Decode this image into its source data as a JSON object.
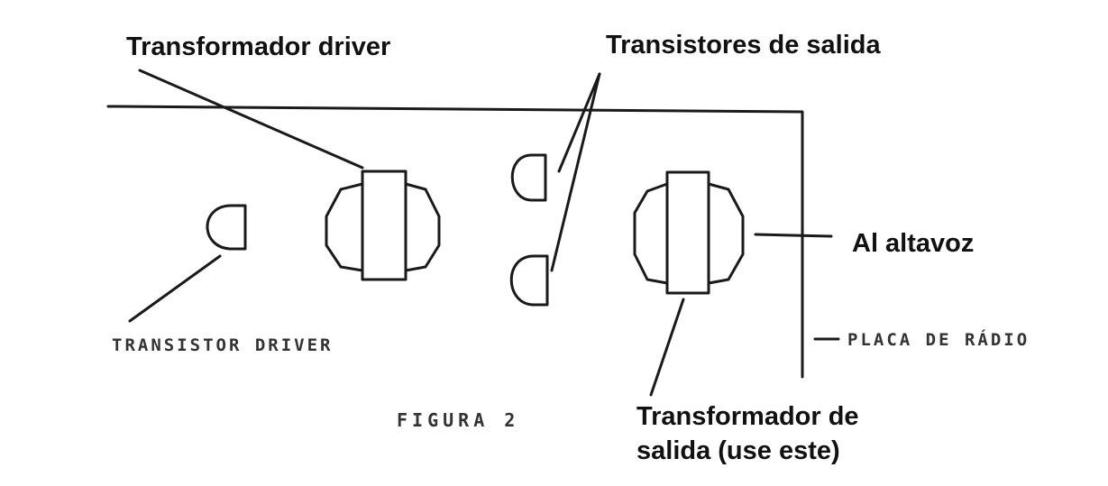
{
  "labels": {
    "transformador_driver": "Transformador driver",
    "transistores_salida": "Transistores de salida",
    "al_altavoz": "Al altavoz",
    "placa_radio": "PLACA DE RÁDIO",
    "transistor_driver": "TRANSISTOR DRIVER",
    "figura": "FIGURA 2",
    "transformador_salida_line1": "Transformador de",
    "transformador_salida_line2": "salida (use este)"
  },
  "colors": {
    "ink": "#1a1a1a",
    "background": "#ffffff"
  }
}
